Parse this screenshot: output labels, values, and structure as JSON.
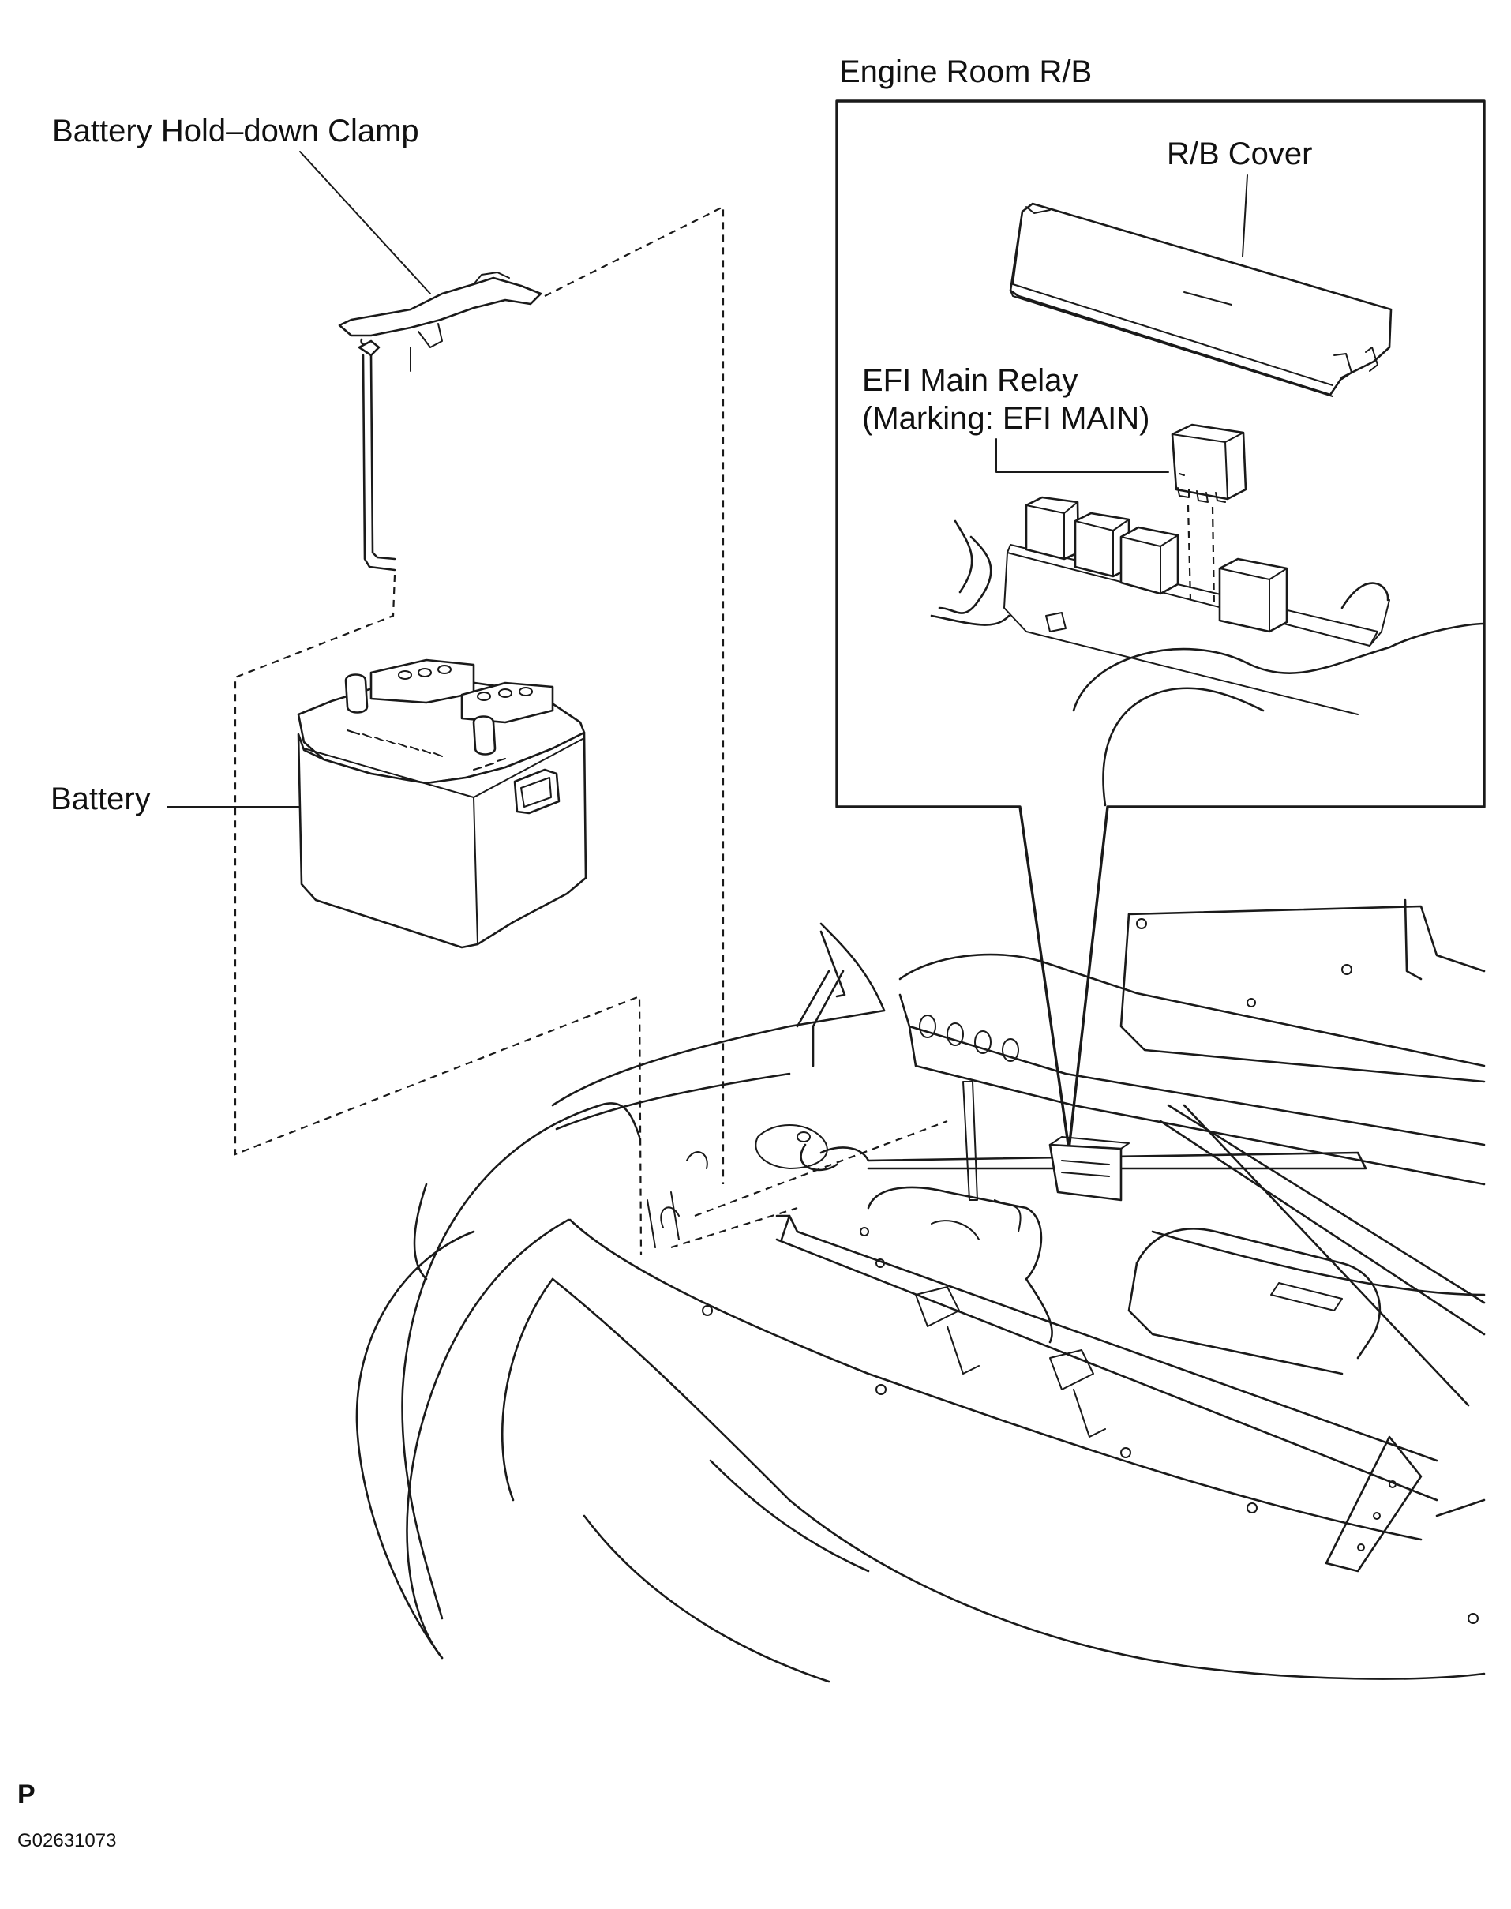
{
  "labels": {
    "engine_room_rb": "Engine Room R/B",
    "battery_hold_down_clamp": "Battery Hold–down Clamp",
    "rb_cover": "R/B Cover",
    "efi_main_relay_line1": "EFI Main Relay",
    "efi_main_relay_line2": "(Marking: EFI MAIN)",
    "battery": "Battery",
    "page_marker": "P",
    "figure_code": "G02631073"
  }
}
